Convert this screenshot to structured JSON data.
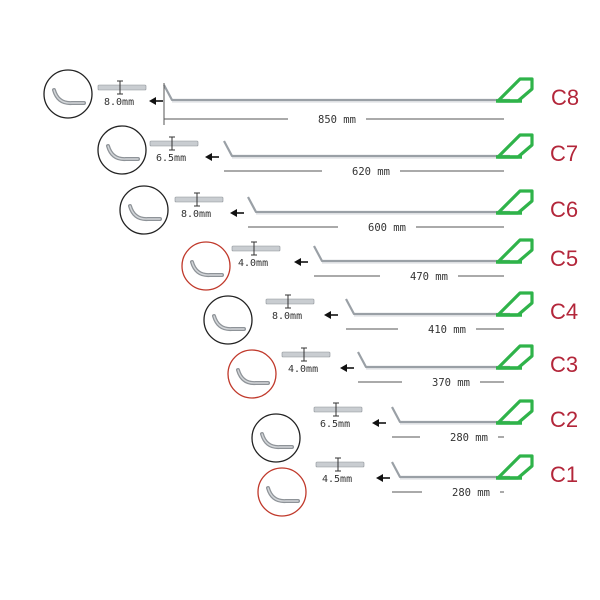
{
  "colors": {
    "label": "#b3263a",
    "rod": "#9aa0a6",
    "handle": "#2fb34a",
    "text": "#333333",
    "circle_black": "#222222",
    "circle_red": "#c0392b"
  },
  "rods": [
    {
      "label": "C8",
      "length": "850 mm",
      "tip": "8.0mm",
      "circle": "black"
    },
    {
      "label": "C7",
      "length": "620 mm",
      "tip": "6.5mm",
      "circle": "black"
    },
    {
      "label": "C6",
      "length": "600 mm",
      "tip": "8.0mm",
      "circle": "black"
    },
    {
      "label": "C5",
      "length": "470 mm",
      "tip": "4.0mm",
      "circle": "red"
    },
    {
      "label": "C4",
      "length": "410 mm",
      "tip": "8.0mm",
      "circle": "black"
    },
    {
      "label": "C3",
      "length": "370 mm",
      "tip": "4.0mm",
      "circle": "red"
    },
    {
      "label": "C2",
      "length": "280 mm",
      "tip": "6.5mm",
      "circle": "black"
    },
    {
      "label": "C1",
      "length": "280 mm",
      "tip": "4.5mm",
      "circle": "red"
    }
  ]
}
